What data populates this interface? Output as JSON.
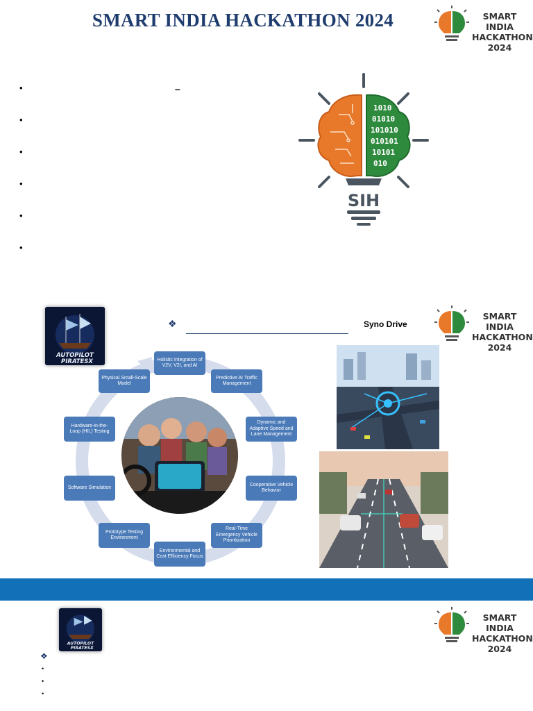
{
  "header": {
    "title": "SMART INDIA HACKATHON 2024"
  },
  "logo": {
    "line1": "SMART INDIA",
    "line2": "HACKATHON",
    "line3": "2024",
    "sih": "SIH"
  },
  "slide1": {
    "bullets": [
      "•",
      "•",
      "•",
      "•",
      "•",
      "•"
    ],
    "dash": "–",
    "brain_binary": [
      "1010",
      "01010",
      "101010",
      "010101",
      "10101",
      "010"
    ],
    "brain_label": "SIH"
  },
  "slide2": {
    "diamond": "❖",
    "team_name": "Syno Drive",
    "badge_text": [
      "AUTOPILOT",
      "PIRATESX"
    ],
    "nodes": [
      "Holistic Integration of V2V, V2I, and AI",
      "Predictive AI Traffic Management",
      "Dynamic and Adaptive Speed and Lane Management",
      "Cooperative Vehicle Behavior",
      "Real-Time Emergency Vehicle Prioritization",
      "Environmental and Cost Efficiency Focus",
      "Prototype Testing Environment",
      "Software Simulation",
      "Hardware-in-the-Loop (HIL) Testing",
      "Physical Small-Scale Model"
    ]
  },
  "slide3": {
    "diamond": "❖",
    "bullets": [
      "•",
      "•",
      "•"
    ]
  },
  "colors": {
    "title": "#1f3c6e",
    "node": "#4a7ab8",
    "bar": "#1270b8",
    "orange": "#e8782a",
    "green": "#2e8b3e"
  }
}
